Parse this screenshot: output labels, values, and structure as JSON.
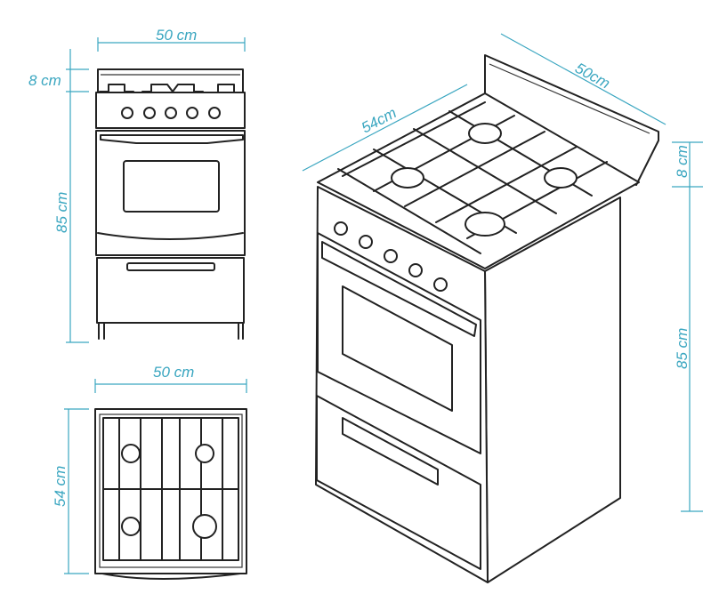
{
  "front_view": {
    "width_label": "50 cm",
    "backsplash_label": "8 cm",
    "height_label": "85 cm"
  },
  "top_view": {
    "width_label": "50 cm",
    "depth_label": "54 cm"
  },
  "iso_view": {
    "depth_label": "54cm",
    "width_label": "50cm",
    "backsplash_label": "8 cm",
    "height_label": "85 cm"
  },
  "colors": {
    "dimension": "#3aa6c0",
    "line": "#222222"
  }
}
